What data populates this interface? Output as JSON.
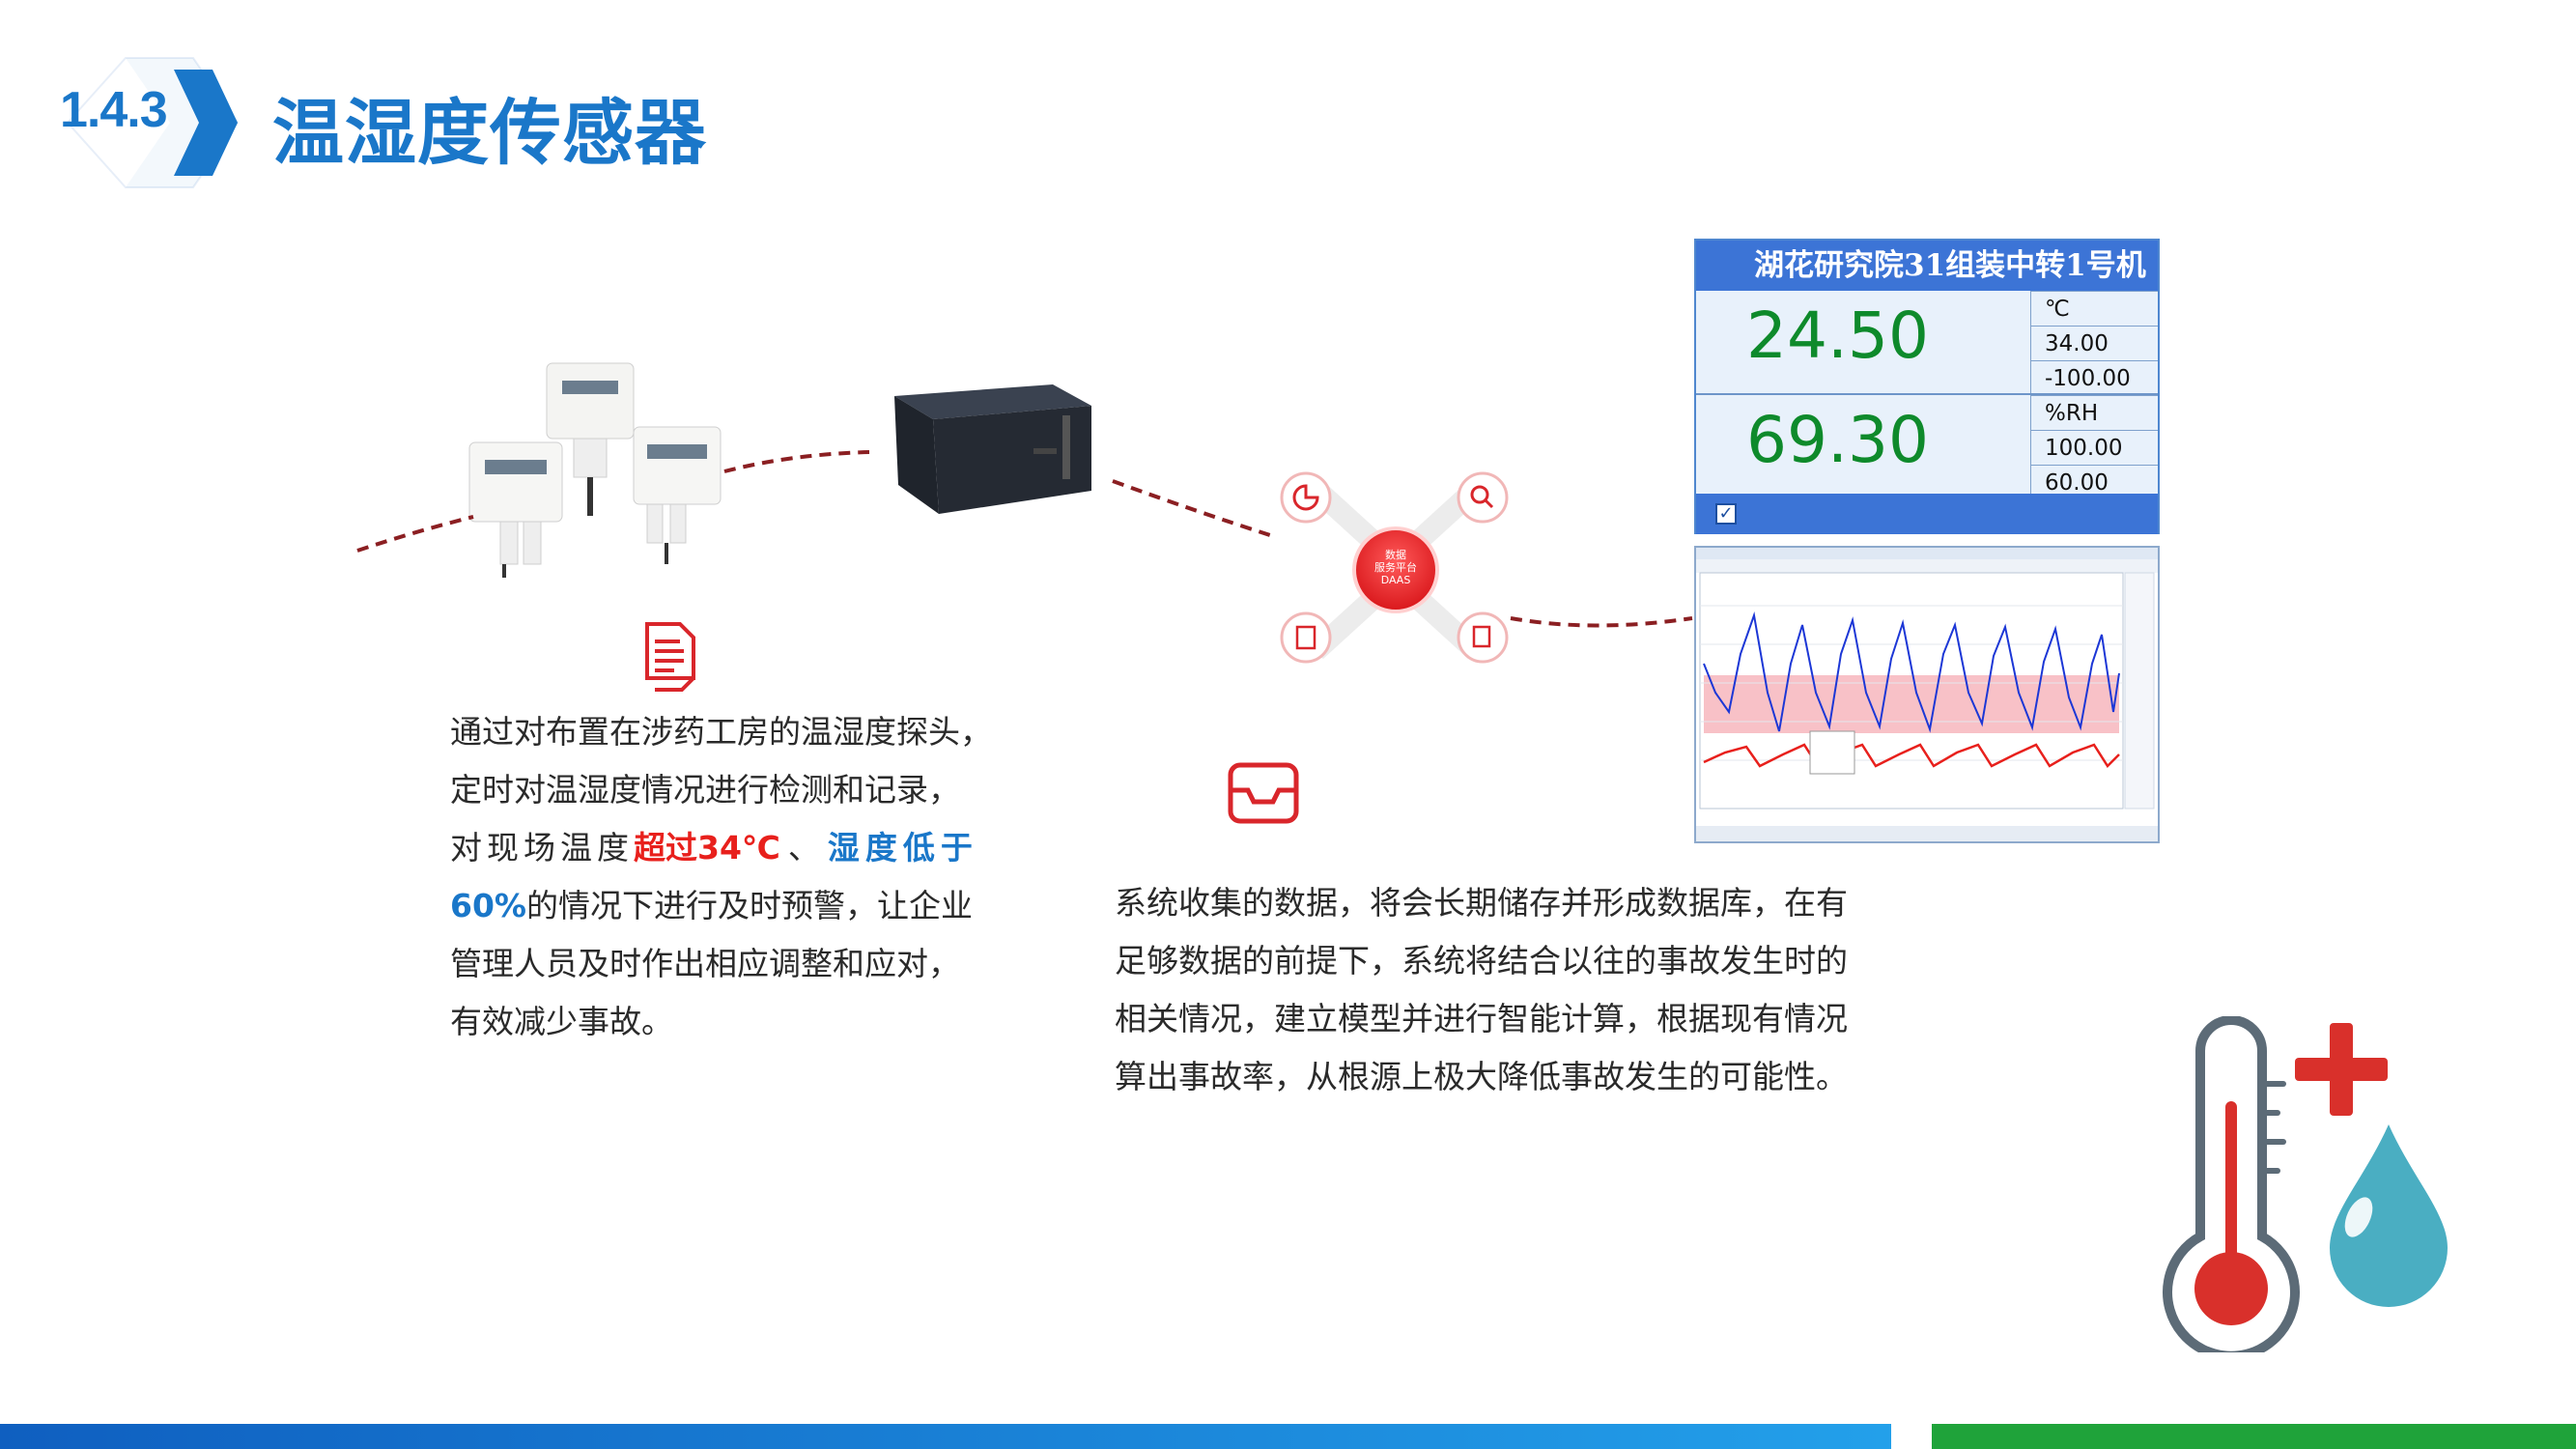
{
  "header": {
    "section_number": "1.4.3",
    "title": "温湿度传感器"
  },
  "left_paragraph": {
    "line1": "通过对布置在涉药工房的温湿度探头，",
    "line2": "定时对温湿度情况进行检测和记录，",
    "line3_prefix": "对现场温度",
    "highlight_temp": "超过34℃",
    "line3_sep": "、",
    "highlight_humid_a": "湿度低于",
    "highlight_humid_b": "60%",
    "line4_rest": "的情况下进行及时预警，让企业",
    "line5": "管理人员及时作出相应调整和应对，",
    "line6": "有效减少事故。"
  },
  "right_paragraph": {
    "line1": "系统收集的数据，将会长期储存并形成数据库，在有",
    "line2": "足够数据的前提下，系统将结合以往的事故发生时的",
    "line3": "相关情况，建立模型并进行智能计算，根据现有情况",
    "line4": "算出事故率，从根源上极大降低事故发生的可能性。"
  },
  "platform": {
    "line1": "数据",
    "line2": "服务平台",
    "line3": "DAAS"
  },
  "monitor": {
    "title": "湖花研究院31组装中转1号机",
    "temperature": "24.50",
    "temp_unit": "℃",
    "temp_high": "34.00",
    "temp_low": "-100.00",
    "humidity": "69.30",
    "humid_unit": "%RH",
    "humid_high": "100.00",
    "humid_low": "60.00"
  },
  "colors": {
    "brand_blue": "#1a77c9",
    "alert_red": "#e8201c",
    "value_green": "#0e8a2b",
    "bar_green": "#1fa33a",
    "icon_red": "#d9262b"
  },
  "icons": [
    "document-icon",
    "inbox-tray-icon",
    "pie-chart-icon",
    "search-icon",
    "list-icon",
    "database-icon",
    "thermometer-icon",
    "plus-icon",
    "water-drop-icon"
  ]
}
